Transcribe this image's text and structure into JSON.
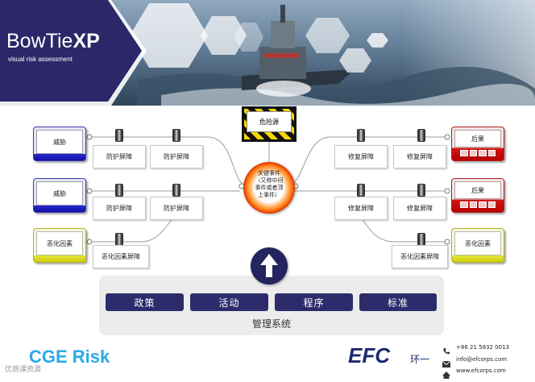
{
  "banner": {
    "title_plain": "BowTie",
    "title_bold": "XP",
    "subtitle": "visual risk assessment"
  },
  "hazard": {
    "label": "危险源"
  },
  "top_event": {
    "lines": [
      "关键事件",
      "（又称中间",
      "事件或者顶",
      "上事件）"
    ]
  },
  "threats": [
    {
      "label": "威胁"
    },
    {
      "label": "威胁"
    }
  ],
  "escalation_left": {
    "label": "恶化因素"
  },
  "escalation_right": {
    "label": "恶化因素"
  },
  "consequences": [
    {
      "label": "后果"
    },
    {
      "label": "后果"
    }
  ],
  "barriers_left": {
    "row1": [
      "防护屏障",
      "防护屏障"
    ],
    "row2": [
      "防护屏障",
      "防护屏障"
    ],
    "escalation": "恶化因素屏障"
  },
  "barriers_right": {
    "row1": [
      "修复屏障",
      "修复屏障"
    ],
    "row2": [
      "修复屏障",
      "修复屏障"
    ],
    "escalation": "恶化因素屏障"
  },
  "management": {
    "label": "管理系统",
    "items": [
      "政策",
      "活动",
      "程序",
      "标准"
    ]
  },
  "footer": {
    "cge_text": "CGE Risk",
    "efc_logo": "EFC",
    "efc_cn": "环一",
    "phone": "+86 21 5832 0013",
    "email": "info@efcorps.com",
    "website": "www.efcorps.com",
    "watermark": "优质课资源"
  },
  "colors": {
    "banner_purple": "#2b2768",
    "threat_blue": "#1a1ab8",
    "consequence_red": "#c81010",
    "escalation_yellow": "#e0e02a",
    "management_navy": "#2c2c6c",
    "cge_blue": "#2aa8e8",
    "efc_navy": "#1c2a6c"
  },
  "icons": [
    "phone-icon",
    "email-icon",
    "home-icon",
    "up-arrow-icon"
  ]
}
